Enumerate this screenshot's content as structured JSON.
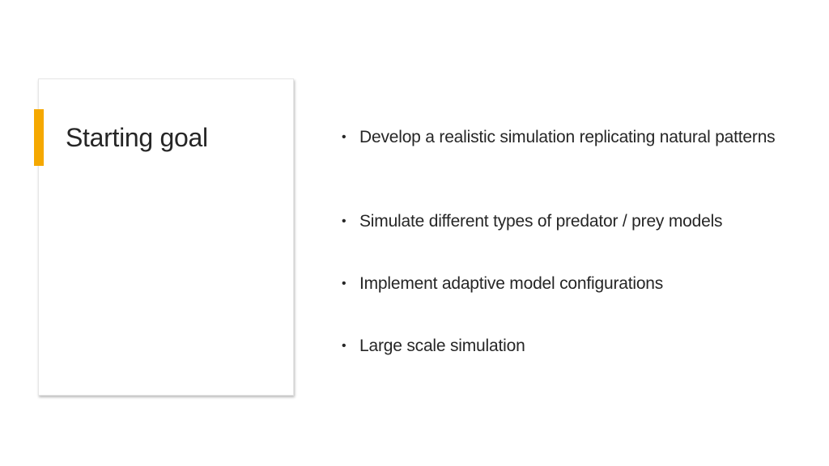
{
  "slide": {
    "title": "Starting goal",
    "accent_color": "#f5a800",
    "bullet_glyph": "•",
    "bullets": [
      {
        "text": "Develop a realistic simulation replicating natural patterns"
      },
      {
        "text": "Simulate different types of predator / prey models"
      },
      {
        "text": "Implement adaptive model configurations"
      },
      {
        "text": "Large scale simulation"
      }
    ]
  }
}
